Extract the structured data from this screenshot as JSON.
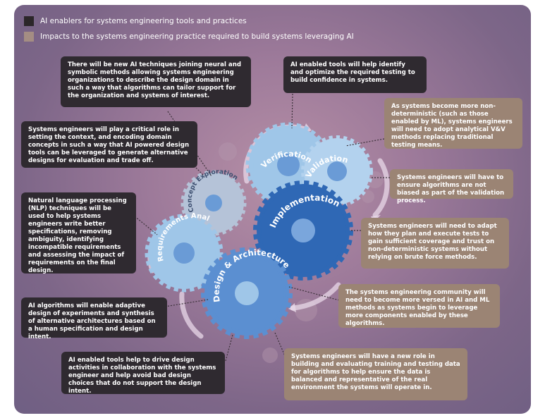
{
  "legend": {
    "ai_enablers": "AI enablers for systems engineering tools and practices",
    "impacts": "Impacts to the systems engineering practice required to build systems leveraging AI"
  },
  "colors": {
    "dark_box": "#2f2a30",
    "light_box": "#9b8474",
    "gear_light": "#9fc6e8",
    "gear_mid": "#5b8fd1",
    "gear_dark": "#2f68b5"
  },
  "gears": {
    "verification": "Verification",
    "validation": "Validation",
    "concept_exploration": "Concept Exploration",
    "implementation": "Implementation",
    "requirements_analysis": "Requirements Analysis",
    "design_architecture": "Design & Architecture"
  },
  "boxes": {
    "new_ai_techniques": "There will be new AI techniques joining neural and symbolic methods allowing systems engineering organizations to describe the design domain in such a way that algorithms can tailor support for the organization and systems of interest.",
    "testing_confidence": "AI enabled tools will help identify and optimize the required testing to build confidence in systems.",
    "critical_role": "Systems engineers will play a critical role in setting the context, and encoding domain concepts in such a way that AI powered design tools can be leveraged to generate alternative designs for evaluation and trade off.",
    "nondeterministic_vv": "As systems become more non-deterministic (such as those enabled by ML), systems engineers will need to adopt analytical V&V methods replacing traditional testing means.",
    "not_biased": "Systems engineers will have to ensure algorithms are not biased as part of the validation process.",
    "nlp": "Natural language processing (NLP) techniques will be used to help systems engineers write better specifications, removing ambiguity, identifying incompatible requirements and assessing the impact of requirements on the final design.",
    "adapt_tests": "Systems engineers will need to adapt how they plan and execute tests to gain sufficient coverage and trust on non-deterministic systems without relying on brute force methods.",
    "adaptive_design": "AI algorithms will enable adaptive design of experiments and synthesis of alternative architectures based on a human specification and design intent.",
    "community_versed": "The systems engineering community will need to become more versed in AI and ML methods as systems begin to leverage more components enabled by these algorithms.",
    "drive_design": "AI enabled tools help to drive design activities in collaboration with the systems engineer and help avoid bad design choices that do not support the design intent.",
    "training_data": "Systems engineers will have a new role in building and evaluating training and testing data for algorithms to help ensure the data is balanced and representative of the real environment the systems will operate in."
  }
}
